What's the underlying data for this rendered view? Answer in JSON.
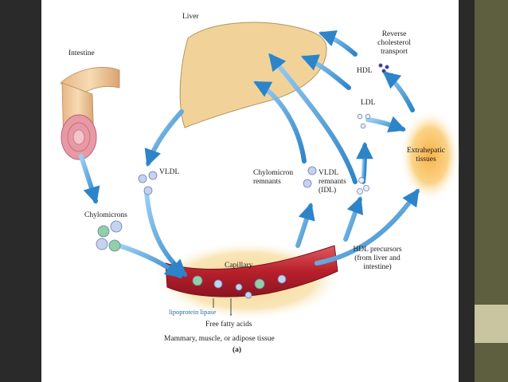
{
  "colors": {
    "background": "#2a2a2a",
    "panel": "#ffffff",
    "stripe_dark": "#5d5f3e",
    "stripe_light": "#c8c5a0",
    "arrow": "#5aa6dd",
    "liver": "#f1d39a",
    "vessel": "#c8303a",
    "particle": "#c5d3ee"
  },
  "labels": {
    "liver": "Liver",
    "intestine": "Intestine",
    "reverse": [
      "Reverse",
      "cholesterol",
      "transport"
    ],
    "hdl": "HDL",
    "ldl": "LDL",
    "extrahepatic": [
      "Extrahepatic",
      "tissues"
    ],
    "vldl": "VLDL",
    "chylomicron_remnants": [
      "Chylomicron",
      "remnants"
    ],
    "vldl_remnants": [
      "VLDL",
      "remnants",
      "(IDL)"
    ],
    "chylomicrons": "Chylomicrons",
    "hdl_precursors": [
      "HDL precursors",
      "(from liver and",
      "intestine)"
    ],
    "capillary": "Capillary",
    "lipoprotein_lipase": "lipoprotein lipase",
    "free_fatty_acids": "Free fatty acids",
    "tissue": "Mammary, muscle, or adipose tissue",
    "panel": "(a)"
  }
}
